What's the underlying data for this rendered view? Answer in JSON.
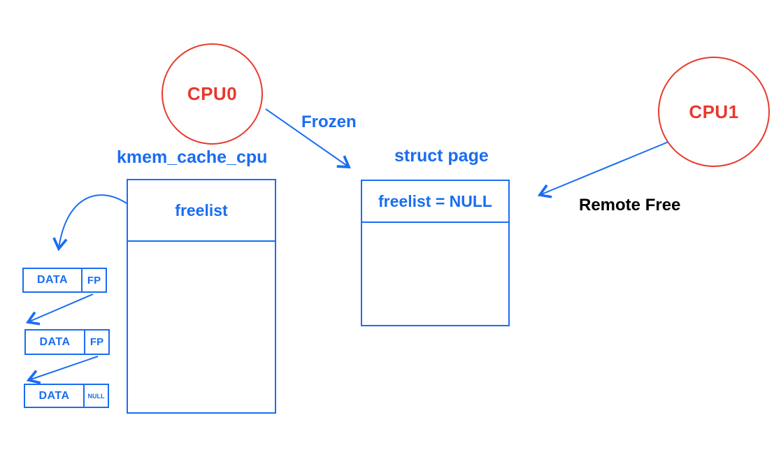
{
  "colors": {
    "blue": "#1a6df2",
    "red": "#e8392b",
    "black": "#000000"
  },
  "cpus": {
    "cpu0": {
      "label": "CPU0"
    },
    "cpu1": {
      "label": "CPU1"
    }
  },
  "kmem_cache_cpu": {
    "title": "kmem_cache_cpu",
    "field": "freelist"
  },
  "struct_page": {
    "title": "struct page",
    "field": "freelist = NULL"
  },
  "objects": [
    {
      "data": "DATA",
      "fp": "FP"
    },
    {
      "data": "DATA",
      "fp": "FP"
    },
    {
      "data": "DATA",
      "fp": "NULL"
    }
  ],
  "edges": {
    "frozen_label": "Frozen",
    "remote_free_label": "Remote Free"
  }
}
